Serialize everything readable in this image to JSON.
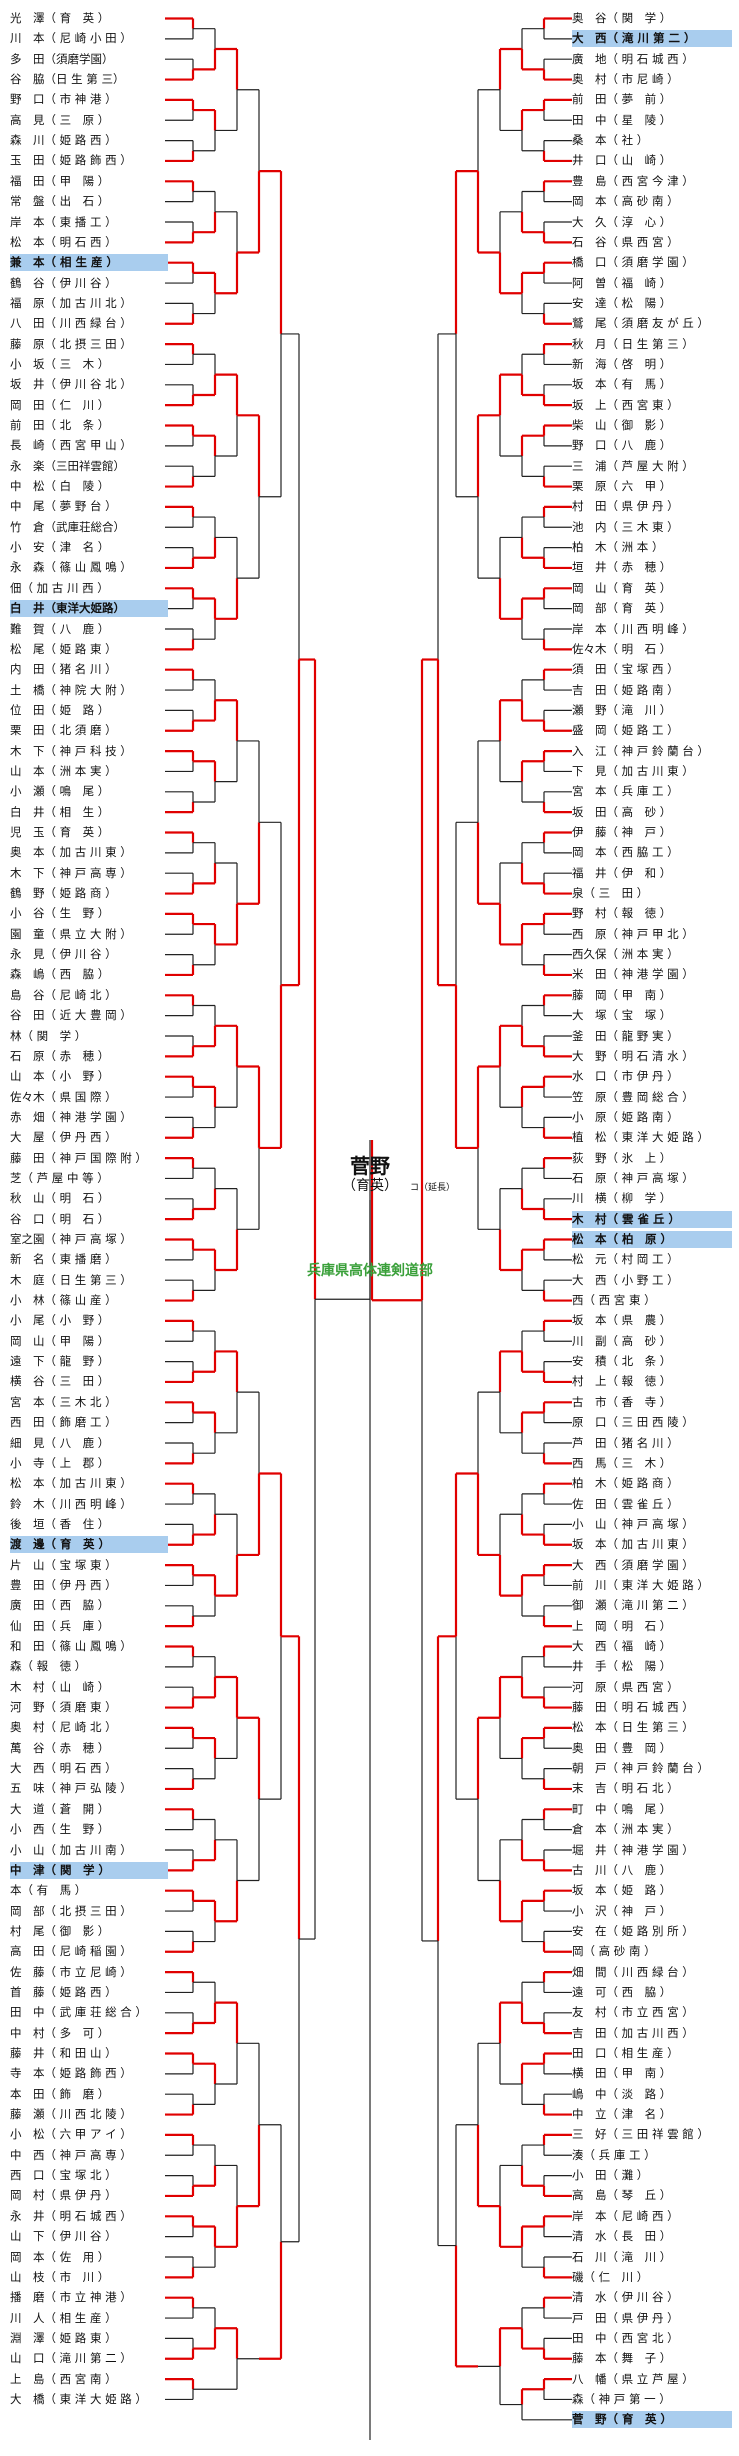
{
  "title": {
    "winner_name": "菅野",
    "winner_school": "（育英）",
    "note": "コ（延長）",
    "organizer": "兵庫県高体連剣道部"
  },
  "colors": {
    "win_line": "#e00000",
    "line": "#222222",
    "highlight": "#a9cdee",
    "organizer": "#3aa03a"
  },
  "left_entries": [
    {
      "name": "光　澤",
      "school": "（ 育　英 ）"
    },
    {
      "name": "川　本",
      "school": "（ 尼 崎 小 田 ）"
    },
    {
      "name": "多　田",
      "school": "（須磨学園）"
    },
    {
      "name": "谷　脇",
      "school": "（日 生 第 三）"
    },
    {
      "name": "野　口",
      "school": "（ 市 神 港 ）"
    },
    {
      "name": "高　見",
      "school": "（ 三　原 ）"
    },
    {
      "name": "森　川",
      "school": "（ 姫 路 西 ）"
    },
    {
      "name": "玉　田",
      "school": "（ 姫 路 飾 西 ）"
    },
    {
      "name": "福　田",
      "school": "（ 甲　陽 ）"
    },
    {
      "name": "常　盤",
      "school": "（ 出　石 ）"
    },
    {
      "name": "岸　本",
      "school": "（ 東 播 工 ）"
    },
    {
      "name": "松　本",
      "school": "（ 明 石 西 ）"
    },
    {
      "name": "兼　本",
      "school": "（ 相 生 産 ）",
      "hl": true
    },
    {
      "name": "鶴　谷",
      "school": "（ 伊 川 谷 ）"
    },
    {
      "name": "福　原",
      "school": "（ 加 古 川 北 ）"
    },
    {
      "name": "八　田",
      "school": "（ 川 西 緑 台 ）"
    },
    {
      "name": "藤　原",
      "school": "（ 北 摂 三 田 ）"
    },
    {
      "name": "小　坂",
      "school": "（ 三　木 ）"
    },
    {
      "name": "坂　井",
      "school": "（ 伊 川 谷 北 ）"
    },
    {
      "name": "岡　田",
      "school": "（ 仁　川 ）"
    },
    {
      "name": "前　田",
      "school": "（ 北　条 ）"
    },
    {
      "name": "長　崎",
      "school": "（ 西 宮 甲 山 ）"
    },
    {
      "name": "永　楽",
      "school": "（三田祥雲館）"
    },
    {
      "name": "中　松",
      "school": "（ 白　陵 ）"
    },
    {
      "name": "中　尾",
      "school": "（ 夢 野 台 ）"
    },
    {
      "name": "竹　倉",
      "school": "（武庫荘総合）"
    },
    {
      "name": "小　安",
      "school": "（ 津　名 ）"
    },
    {
      "name": "永　森",
      "school": "（ 篠 山 鳳 鳴 ）"
    },
    {
      "name": "佃",
      "school": "（ 加 古 川 西 ）"
    },
    {
      "name": "白　井",
      "school": "（東洋大姫路）",
      "hl": true
    },
    {
      "name": "難　賀",
      "school": "（ 八　鹿 ）"
    },
    {
      "name": "松　尾",
      "school": "（ 姫 路 東 ）"
    },
    {
      "name": "内　田",
      "school": "（ 猪 名 川 ）"
    },
    {
      "name": "土　橋",
      "school": "（ 神 院 大 附 ）"
    },
    {
      "name": "位　田",
      "school": "（ 姫　路 ）"
    },
    {
      "name": "栗　田",
      "school": "（ 北 須 磨 ）"
    },
    {
      "name": "木　下",
      "school": "（ 神 戸 科 技 ）"
    },
    {
      "name": "山　本",
      "school": "（ 洲 本 実 ）"
    },
    {
      "name": "小　瀬",
      "school": "（ 鳴　尾 ）"
    },
    {
      "name": "白　井",
      "school": "（ 相　生 ）"
    },
    {
      "name": "児　玉",
      "school": "（ 育　英 ）"
    },
    {
      "name": "奥　本",
      "school": "（ 加 古 川 東 ）"
    },
    {
      "name": "木　下",
      "school": "（ 神 戸 高 専 ）"
    },
    {
      "name": "鶴　野",
      "school": "（ 姫 路 商 ）"
    },
    {
      "name": "小　谷",
      "school": "（ 生　野 ）"
    },
    {
      "name": "園　童",
      "school": "（ 県 立 大 附 ）"
    },
    {
      "name": "永　見",
      "school": "（ 伊 川 谷 ）"
    },
    {
      "name": "森　嶋",
      "school": "（ 西　脇 ）"
    },
    {
      "name": "島　谷",
      "school": "（ 尼 崎 北 ）"
    },
    {
      "name": "谷　田",
      "school": "（ 近 大 豊 岡 ）"
    },
    {
      "name": "林",
      "school": "（ 関　学 ）"
    },
    {
      "name": "石　原",
      "school": "（ 赤　穂 ）"
    },
    {
      "name": "山　本",
      "school": "（ 小　野 ）"
    },
    {
      "name": "佐々木",
      "school": "（ 県 国 際 ）"
    },
    {
      "name": "赤　畑",
      "school": "（ 神 港 学 園 ）"
    },
    {
      "name": "大　屋",
      "school": "（ 伊 丹 西 ）"
    },
    {
      "name": "藤　田",
      "school": "（ 神 戸 国 際 附 ）"
    },
    {
      "name": "芝",
      "school": "（ 芦 屋 中 等 ）"
    },
    {
      "name": "秋　山",
      "school": "（ 明　石 ）"
    },
    {
      "name": "谷　口",
      "school": "（ 明　石 ）"
    },
    {
      "name": "室之園",
      "school": "（ 神 戸 高 塚 ）"
    },
    {
      "name": "新　名",
      "school": "（ 東 播 磨 ）"
    },
    {
      "name": "木　庭",
      "school": "（ 日 生 第 三 ）"
    },
    {
      "name": "小　林",
      "school": "（ 篠 山 産 ）"
    },
    {
      "name": "小　尾",
      "school": "（ 小　野 ）"
    },
    {
      "name": "岡　山",
      "school": "（ 甲　陽 ）"
    },
    {
      "name": "遠　下",
      "school": "（ 龍　野 ）"
    },
    {
      "name": "横　谷",
      "school": "（ 三　田 ）"
    },
    {
      "name": "宮　本",
      "school": "（ 三 木 北 ）"
    },
    {
      "name": "西　田",
      "school": "（ 飾 磨 工 ）"
    },
    {
      "name": "細　見",
      "school": "（ 八　鹿 ）"
    },
    {
      "name": "小　寺",
      "school": "（ 上　郡 ）"
    },
    {
      "name": "松　本",
      "school": "（ 加 古 川 東 ）"
    },
    {
      "name": "鈴　木",
      "school": "（ 川 西 明 峰 ）"
    },
    {
      "name": "後　垣",
      "school": "（ 香　住 ）"
    },
    {
      "name": "渡　邊",
      "school": "（ 育　英 ）",
      "hl": true
    },
    {
      "name": "片　山",
      "school": "（ 宝 塚 東 ）"
    },
    {
      "name": "豊　田",
      "school": "（ 伊 丹 西 ）"
    },
    {
      "name": "廣　田",
      "school": "（ 西　脇 ）"
    },
    {
      "name": "仙　田",
      "school": "（ 兵　庫 ）"
    },
    {
      "name": "和　田",
      "school": "（ 篠 山 鳳 鳴 ）"
    },
    {
      "name": "森",
      "school": "（ 報　徳 ）"
    },
    {
      "name": "木　村",
      "school": "（ 山　崎 ）"
    },
    {
      "name": "河　野",
      "school": "（ 須 磨 東 ）"
    },
    {
      "name": "奥　村",
      "school": "（ 尼 崎 北 ）"
    },
    {
      "name": "萬　谷",
      "school": "（ 赤　穂 ）"
    },
    {
      "name": "大　西",
      "school": "（ 明 石 西 ）"
    },
    {
      "name": "五　味",
      "school": "（ 神 戸 弘 陵 ）"
    },
    {
      "name": "大　道",
      "school": "（ 蒼　開 ）"
    },
    {
      "name": "小　西",
      "school": "（ 生　野 ）"
    },
    {
      "name": "小　山",
      "school": "（ 加 古 川 南 ）"
    },
    {
      "name": "中　津",
      "school": "（ 関　学 ）",
      "hl": true
    },
    {
      "name": "本",
      "school": "（ 有　馬 ）"
    },
    {
      "name": "岡　部",
      "school": "（ 北 摂 三 田 ）"
    },
    {
      "name": "村　尾",
      "school": "（ 御　影 ）"
    },
    {
      "name": "高　田",
      "school": "（ 尼 崎 稲 園 ）"
    },
    {
      "name": "佐　藤",
      "school": "（ 市 立 尼 崎 ）"
    },
    {
      "name": "首　藤",
      "school": "（ 姫 路 西 ）"
    },
    {
      "name": "田　中",
      "school": "（ 武 庫 荘 総 合 ）"
    },
    {
      "name": "中　村",
      "school": "（ 多　可 ）"
    },
    {
      "name": "藤　井",
      "school": "（ 和 田 山 ）"
    },
    {
      "name": "寺　本",
      "school": "（ 姫 路 飾 西 ）"
    },
    {
      "name": "本　田",
      "school": "（ 飾　磨 ）"
    },
    {
      "name": "藤　瀬",
      "school": "（ 川 西 北 陵 ）"
    },
    {
      "name": "小　松",
      "school": "（ 六 甲 ア イ ）"
    },
    {
      "name": "中　西",
      "school": "（ 神 戸 高 専 ）"
    },
    {
      "name": "西　口",
      "school": "（ 宝 塚 北 ）"
    },
    {
      "name": "岡　村",
      "school": "（ 県 伊 丹 ）"
    },
    {
      "name": "永　井",
      "school": "（ 明 石 城 西 ）"
    },
    {
      "name": "山　下",
      "school": "（ 伊 川 谷 ）"
    },
    {
      "name": "岡　本",
      "school": "（ 佐　用 ）"
    },
    {
      "name": "山　枝",
      "school": "（ 市　川 ）"
    },
    {
      "name": "播　磨",
      "school": "（ 市 立 神 港 ）"
    },
    {
      "name": "川　人",
      "school": "（ 相 生 産 ）"
    },
    {
      "name": "淵　澤",
      "school": "（ 姫 路 東 ）"
    },
    {
      "name": "山　口",
      "school": "（ 滝 川 第 二 ）"
    },
    {
      "name": "上　島",
      "school": "（ 西 宮 南 ）"
    },
    {
      "name": "大　橋",
      "school": "（ 東 洋 大 姫 路 ）"
    }
  ],
  "right_entries": [
    {
      "name": "奥　谷",
      "school": "（ 関　学 ）"
    },
    {
      "name": "大　西",
      "school": "（ 滝 川 第 二 ）",
      "hl": true
    },
    {
      "name": "廣　地",
      "school": "（ 明 石 城 西 ）"
    },
    {
      "name": "奥　村",
      "school": "（ 市 尼 崎 ）"
    },
    {
      "name": "前　田",
      "school": "（ 夢　前 ）"
    },
    {
      "name": "田　中",
      "school": "（ 星　陵 ）"
    },
    {
      "name": "桑　本",
      "school": "（ 社 ）"
    },
    {
      "name": "井　口",
      "school": "（ 山　崎 ）"
    },
    {
      "name": "豊　島",
      "school": "（ 西 宮 今 津 ）"
    },
    {
      "name": "岡　本",
      "school": "（ 高 砂 南 ）"
    },
    {
      "name": "大　久",
      "school": "（ 淳　心 ）"
    },
    {
      "name": "石　谷",
      "school": "（ 県 西 宮 ）"
    },
    {
      "name": "橋　口",
      "school": "（ 須 磨 学 園 ）"
    },
    {
      "name": "阿　曽",
      "school": "（ 福　崎 ）"
    },
    {
      "name": "安　達",
      "school": "（ 松　陽 ）"
    },
    {
      "name": "鷲　尾",
      "school": "（ 須 磨 友 が 丘 ）"
    },
    {
      "name": "秋　月",
      "school": "（ 日 生 第 三 ）"
    },
    {
      "name": "新　海",
      "school": "（ 啓　明 ）"
    },
    {
      "name": "坂　本",
      "school": "（ 有　馬 ）"
    },
    {
      "name": "坂　上",
      "school": "（ 西 宮 東 ）"
    },
    {
      "name": "柴　山",
      "school": "（ 御　影 ）"
    },
    {
      "name": "野　口",
      "school": "（ 八　鹿 ）"
    },
    {
      "name": "三　浦",
      "school": "（ 芦 屋 大 附 ）"
    },
    {
      "name": "栗　原",
      "school": "（ 六　甲 ）"
    },
    {
      "name": "村　田",
      "school": "（ 県 伊 丹 ）"
    },
    {
      "name": "池　内",
      "school": "（ 三 木 東 ）"
    },
    {
      "name": "柏　木",
      "school": "（ 洲 本 ）"
    },
    {
      "name": "垣　井",
      "school": "（ 赤　穂 ）"
    },
    {
      "name": "岡　山",
      "school": "（ 育　英 ）"
    },
    {
      "name": "岡　部",
      "school": "（ 育　英 ）"
    },
    {
      "name": "岸　本",
      "school": "（ 川 西 明 峰 ）"
    },
    {
      "name": "佐々木",
      "school": "（ 明　石 ）"
    },
    {
      "name": "須　田",
      "school": "（ 宝 塚 西 ）"
    },
    {
      "name": "吉　田",
      "school": "（ 姫 路 南 ）"
    },
    {
      "name": "瀬　野",
      "school": "（ 滝　川 ）"
    },
    {
      "name": "盛　岡",
      "school": "（ 姫 路 工 ）"
    },
    {
      "name": "入　江",
      "school": "（ 神 戸 鈴 蘭 台 ）"
    },
    {
      "name": "下　見",
      "school": "（ 加 古 川 東 ）"
    },
    {
      "name": "宮　本",
      "school": "（ 兵 庫 工 ）"
    },
    {
      "name": "坂　田",
      "school": "（ 高　砂 ）"
    },
    {
      "name": "伊　藤",
      "school": "（ 神　戸 ）"
    },
    {
      "name": "岡　本",
      "school": "（ 西 脇 工 ）"
    },
    {
      "name": "福　井",
      "school": "（ 伊　和 ）"
    },
    {
      "name": "泉",
      "school": "（ 三　田 ）"
    },
    {
      "name": "野　村",
      "school": "（ 報　徳 ）"
    },
    {
      "name": "西　原",
      "school": "（ 神 戸 甲 北 ）"
    },
    {
      "name": "西久保",
      "school": "（ 洲 本 実 ）"
    },
    {
      "name": "米　田",
      "school": "（ 神 港 学 園 ）"
    },
    {
      "name": "藤　岡",
      "school": "（ 甲　南 ）"
    },
    {
      "name": "大　塚",
      "school": "（ 宝　塚 ）"
    },
    {
      "name": "釜　田",
      "school": "（ 龍 野 実 ）"
    },
    {
      "name": "大　野",
      "school": "（ 明 石 清 水 ）"
    },
    {
      "name": "水　口",
      "school": "（ 市 伊 丹 ）"
    },
    {
      "name": "笠　原",
      "school": "（ 豊 岡 総 合 ）"
    },
    {
      "name": "小　原",
      "school": "（ 姫 路 南 ）"
    },
    {
      "name": "植　松",
      "school": "（ 東 洋 大 姫 路 ）"
    },
    {
      "name": "荻　野",
      "school": "（ 氷　上 ）"
    },
    {
      "name": "石　原",
      "school": "（ 神 戸 高 塚 ）"
    },
    {
      "name": "川　横",
      "school": "（ 柳　学 ）"
    },
    {
      "name": "木　村",
      "school": "（ 雲 雀 丘 ）",
      "hl": true
    },
    {
      "name": "松　本",
      "school": "（ 柏　原 ）",
      "hl": true
    },
    {
      "name": "松　元",
      "school": "（ 村 岡 工 ）"
    },
    {
      "name": "大　西",
      "school": "（ 小 野 工 ）"
    },
    {
      "name": "西",
      "school": "（ 西 宮 東 ）"
    },
    {
      "name": "坂　本",
      "school": "（ 県　農 ）"
    },
    {
      "name": "川　副",
      "school": "（ 高　砂 ）"
    },
    {
      "name": "安　積",
      "school": "（ 北　条 ）"
    },
    {
      "name": "村　上",
      "school": "（ 報　徳 ）"
    },
    {
      "name": "古　市",
      "school": "（ 香　寺 ）"
    },
    {
      "name": "原　口",
      "school": "（ 三 田 西 陵 ）"
    },
    {
      "name": "芦　田",
      "school": "（ 猪 名 川 ）"
    },
    {
      "name": "西　馬",
      "school": "（ 三　木 ）"
    },
    {
      "name": "柏　木",
      "school": "（ 姫 路 商 ）"
    },
    {
      "name": "佐　田",
      "school": "（ 雲 雀 丘 ）"
    },
    {
      "name": "小　山",
      "school": "（ 神 戸 高 塚 ）"
    },
    {
      "name": "坂　本",
      "school": "（ 加 古 川 東 ）"
    },
    {
      "name": "大　西",
      "school": "（ 須 磨 学 園 ）"
    },
    {
      "name": "前　川",
      "school": "（ 東 洋 大 姫 路 ）"
    },
    {
      "name": "御　瀬",
      "school": "（ 滝 川 第 二 ）"
    },
    {
      "name": "上　岡",
      "school": "（ 明　石 ）"
    },
    {
      "name": "大　西",
      "school": "（ 福　崎 ）"
    },
    {
      "name": "井　手",
      "school": "（ 松　陽 ）"
    },
    {
      "name": "河　原",
      "school": "（ 県 西 宮 ）"
    },
    {
      "name": "藤　田",
      "school": "（ 明 石 城 西 ）"
    },
    {
      "name": "松　本",
      "school": "（ 日 生 第 三 ）"
    },
    {
      "name": "奥　田",
      "school": "（ 豊　岡 ）"
    },
    {
      "name": "朝　戸",
      "school": "（ 神 戸 鈴 蘭 台 ）"
    },
    {
      "name": "末　吉",
      "school": "（ 明 石 北 ）"
    },
    {
      "name": "町　中",
      "school": "（ 鳴　尾 ）"
    },
    {
      "name": "倉　本",
      "school": "（ 洲 本 実 ）"
    },
    {
      "name": "堀　井",
      "school": "（ 神 港 学 園 ）"
    },
    {
      "name": "古　川",
      "school": "（ 八　鹿 ）"
    },
    {
      "name": "坂　本",
      "school": "（ 姫　路 ）"
    },
    {
      "name": "小　沢",
      "school": "（ 神　戸 ）"
    },
    {
      "name": "安　在",
      "school": "（ 姫 路 別 所 ）"
    },
    {
      "name": "岡",
      "school": "（ 高 砂 南 ）"
    },
    {
      "name": "畑　間",
      "school": "（ 川 西 緑 台 ）"
    },
    {
      "name": "遠　可",
      "school": "（ 西　脇 ）"
    },
    {
      "name": "友　村",
      "school": "（ 市 立 西 宮 ）"
    },
    {
      "name": "吉　田",
      "school": "（ 加 古 川 西 ）"
    },
    {
      "name": "田　口",
      "school": "（ 相 生 産 ）"
    },
    {
      "name": "横　田",
      "school": "（ 甲　南 ）"
    },
    {
      "name": "嶋　中",
      "school": "（ 淡　路 ）"
    },
    {
      "name": "中　立",
      "school": "（ 津　名 ）"
    },
    {
      "name": "三　好",
      "school": "（ 三 田 祥 雲 館 ）"
    },
    {
      "name": "湊",
      "school": "（ 兵 庫 工 ）"
    },
    {
      "name": "小　田",
      "school": "（ 灘 ）"
    },
    {
      "name": "高　島",
      "school": "（ 琴　丘 ）"
    },
    {
      "name": "岸　本",
      "school": "（ 尼 崎 西 ）"
    },
    {
      "name": "清　水",
      "school": "（ 長　田 ）"
    },
    {
      "name": "石　川",
      "school": "（ 滝　川 ）"
    },
    {
      "name": "磯",
      "school": "（ 仁　川 ）"
    },
    {
      "name": "清　水",
      "school": "（ 伊 川 谷 ）"
    },
    {
      "name": "戸　田",
      "school": "（ 県 伊 丹 ）"
    },
    {
      "name": "田　中",
      "school": "（ 西 宮 北 ）"
    },
    {
      "name": "藤　本",
      "school": "（ 舞　子 ）"
    },
    {
      "name": "八　幡",
      "school": "（ 県 立 芦 屋 ）"
    },
    {
      "name": "森",
      "school": "（ 神 戸 第 一 ）"
    },
    {
      "name": "菅　野",
      "school": "（ 育　英 ）",
      "hl": true
    }
  ]
}
